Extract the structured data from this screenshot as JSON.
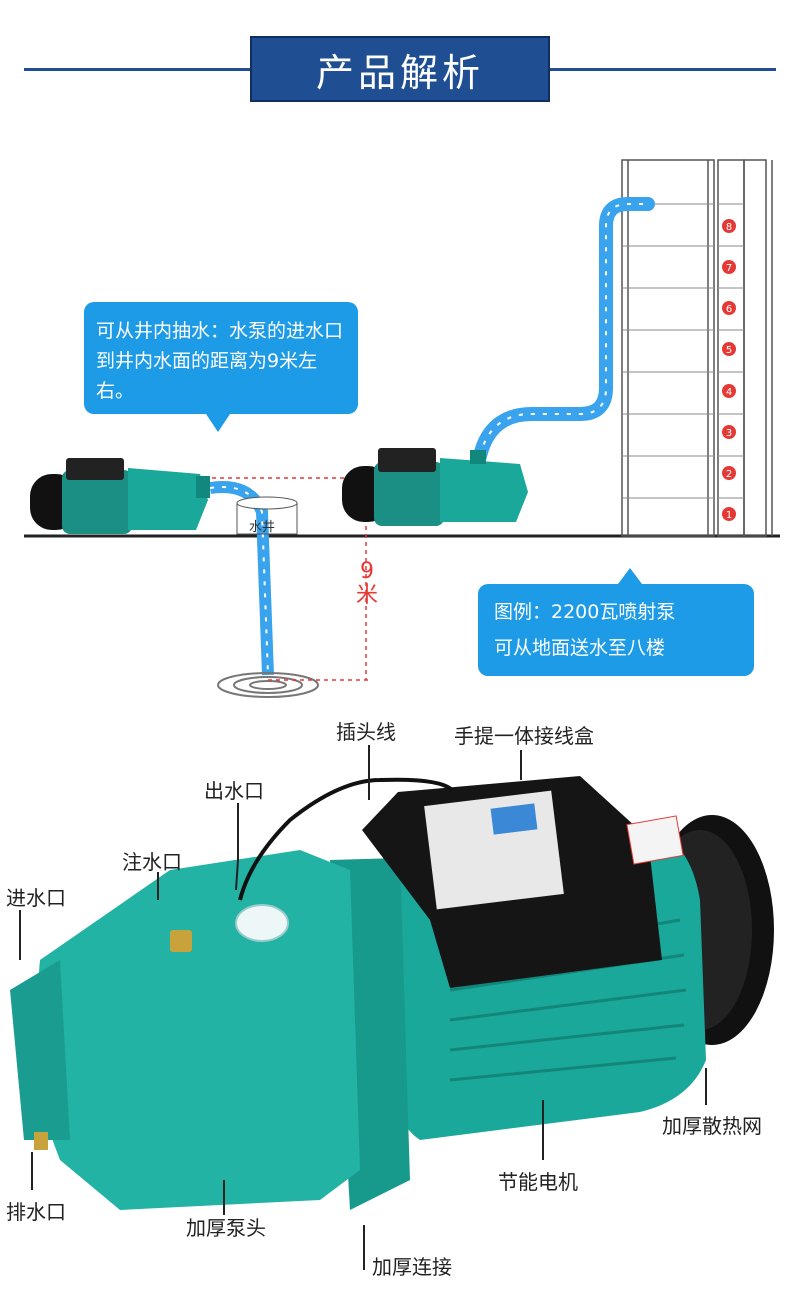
{
  "header": {
    "title": "产品解析"
  },
  "callouts": {
    "well_intro": "可从井内抽水：水泵的进水口到井内水面的距离为9米左右。",
    "example_line1": "图例：2200瓦喷射泵",
    "example_line2": "可从地面送水至八楼"
  },
  "diagram": {
    "well_label": "水井",
    "distance_value": "9",
    "distance_unit": "米",
    "floor_numbers": [
      "8",
      "7",
      "6",
      "5",
      "4",
      "3",
      "2",
      "1"
    ]
  },
  "parts": {
    "plug_cable": "插头线",
    "junction_box": "手提一体接线盒",
    "water_outlet": "出水口",
    "priming_port": "注水口",
    "water_inlet": "进水口",
    "drain_port": "排水口",
    "pump_head": "加厚泵头",
    "connection": "加厚连接",
    "motor": "节能电机",
    "cooling_mesh": "加厚散热网"
  },
  "colors": {
    "header_blue": "#1f4e93",
    "callout_blue": "#1e9be6",
    "pump_teal": "#1aa89a",
    "distance_red": "#e53935"
  }
}
